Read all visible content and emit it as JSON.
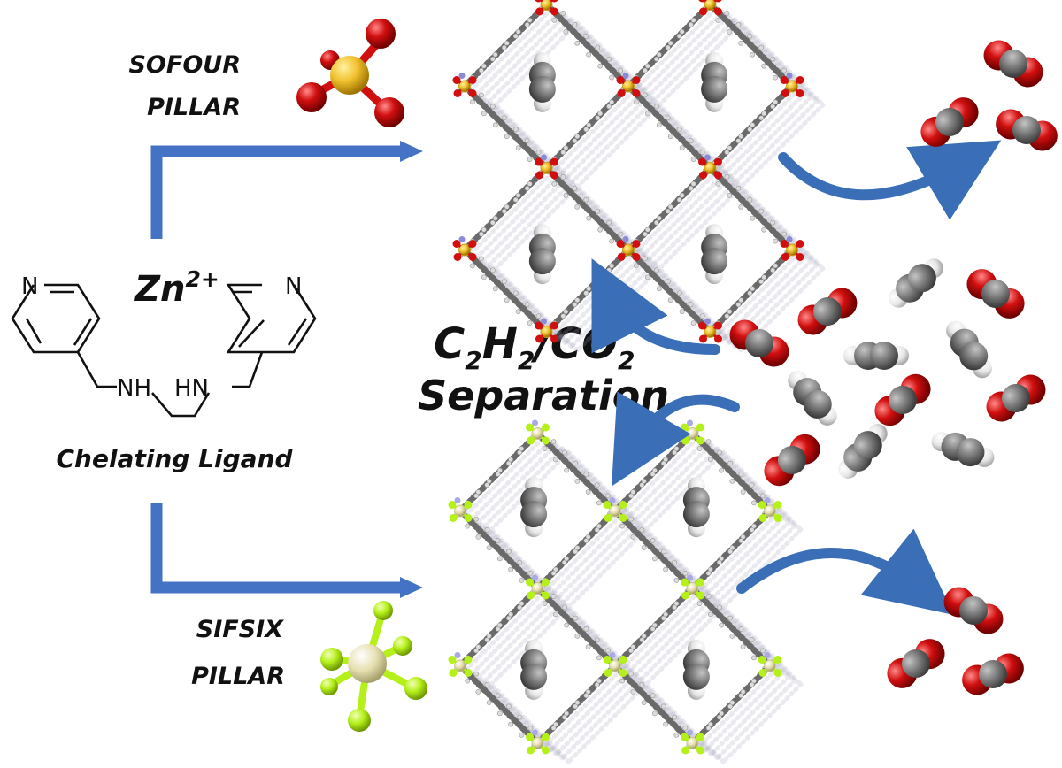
{
  "labels": {
    "sofour_line1": "SOFOUR",
    "sofour_line2": "PILLAR",
    "sifsix_line1": "SIFSIX",
    "sifsix_line2": "PILLAR",
    "metal_base": "Zn",
    "metal_charge": "2+",
    "ligand_caption": "Chelating Ligand",
    "separation_line2": "Separation",
    "formula_c": "C",
    "formula_sub2": "2",
    "formula_h": "H",
    "formula_slash": "/",
    "formula_co": "CO",
    "ring_n": "N",
    "amine_left": "NH",
    "amine_right": "HN"
  },
  "colors": {
    "arrow_blue": "#4472C4",
    "curve_blue": "#3a6fb8",
    "oxygen": "#d10f0f",
    "sulfur": "#f2c230",
    "carbon": "#7f7f7f",
    "hydrogen": "#ececec",
    "fluorine": "#b5f01b",
    "silicon": "#e6e0b0",
    "nitrogen": "#a9a9e6"
  }
}
